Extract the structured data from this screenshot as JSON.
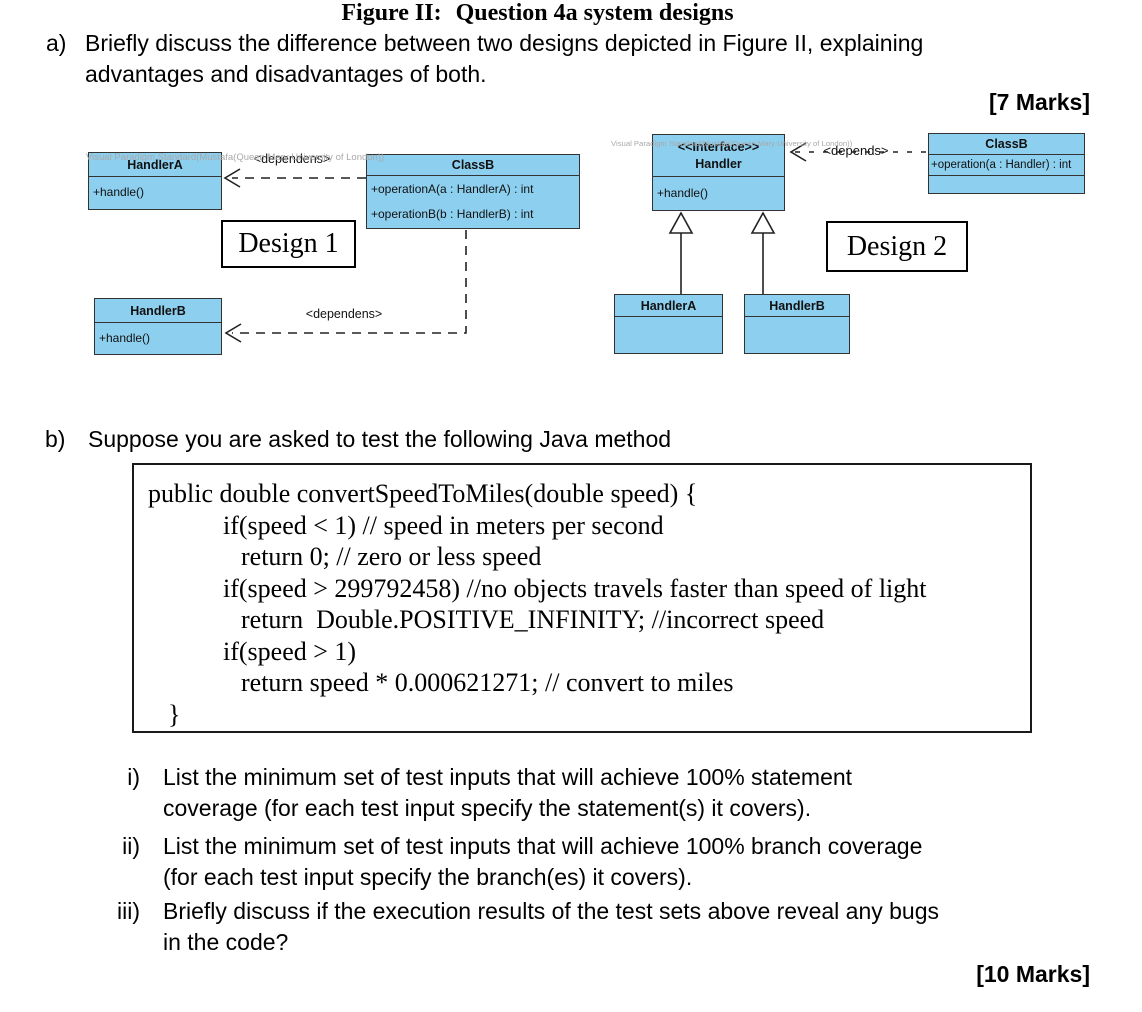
{
  "question_a": {
    "label": "a)",
    "line1": "Briefly discuss the difference between two designs depicted in Figure II, explaining",
    "line2": "advantages and disadvantages of both.",
    "marks": "[7 Marks]"
  },
  "figure": {
    "watermark": "Visual Paradigm Standard(Mustafa(Queen Mary University of London))",
    "design1": {
      "label": "Design 1",
      "handlerA": {
        "title": "HandlerA",
        "member": "+handle()"
      },
      "classB": {
        "title": "ClassB",
        "member1": "+operationA(a : HandlerA) : int",
        "member2": "+operationB(b : HandlerB) : int"
      },
      "handlerB": {
        "title": "HandlerB",
        "member": "+handle()"
      },
      "dep_top": "<dependens>",
      "dep_bottom": "<dependens>"
    },
    "design2": {
      "label": "Design 2",
      "interface": {
        "stereotype": "<<Interface>>",
        "title": "Handler",
        "member": "+handle()"
      },
      "classB": {
        "title": "ClassB",
        "member": "+operation(a : Handler) : int"
      },
      "handlerA": {
        "title": "HandlerA"
      },
      "handlerB": {
        "title": "HandlerB"
      },
      "dep": "<depends>"
    },
    "caption": {
      "prefix": "Figure II:",
      "text": "Question 4a system designs"
    }
  },
  "question_b": {
    "label": "b)",
    "text": "Suppose you are asked to test the following Java method"
  },
  "code": {
    "lines": [
      "public double convertSpeedToMiles(double speed) {",
      "if(speed < 1) // speed in meters per second",
      "return 0; // zero or less speed",
      "if(speed > 299792458) //no objects travels faster than speed of light",
      "return  Double.POSITIVE_INFINITY; //incorrect speed",
      "if(speed > 1)",
      "return speed * 0.000621271; // convert to miles",
      "}"
    ]
  },
  "sub_questions": [
    {
      "label": "i)",
      "line1": "List the minimum set of test inputs that will achieve 100% statement",
      "line2": "coverage (for each test input specify the statement(s) it covers)."
    },
    {
      "label": "ii)",
      "line1": "List the minimum set of test inputs that will achieve 100% branch coverage",
      "line2": "(for each test input specify the branch(es) it covers)."
    },
    {
      "label": "iii)",
      "line1": "Briefly discuss if the execution results of the test sets above reveal any bugs",
      "line2": "in the code?"
    }
  ],
  "marks_b": "[10 Marks]",
  "colors": {
    "uml_fill": "#8DCFEF",
    "uml_border": "#333333",
    "watermark_gray": "#A9A9A9",
    "text": "#000000"
  }
}
